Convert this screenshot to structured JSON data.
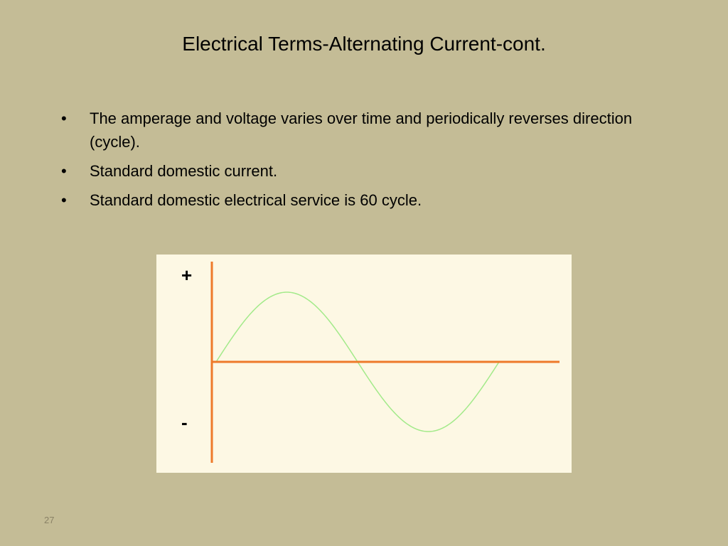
{
  "slide": {
    "title": "Electrical Terms-Alternating Current-cont.",
    "bullets": [
      "The amperage and voltage varies over time and periodically reverses direction (cycle).",
      "Standard domestic current.",
      "Standard domestic electrical service is 60 cycle."
    ],
    "bullet_char": "•",
    "page_number": "27"
  },
  "figure": {
    "plus_label": "+",
    "minus_label": "-",
    "colors": {
      "axis": "#ee7a2a",
      "wave": "#a3ea8a",
      "background": "#fdf8e4"
    }
  }
}
